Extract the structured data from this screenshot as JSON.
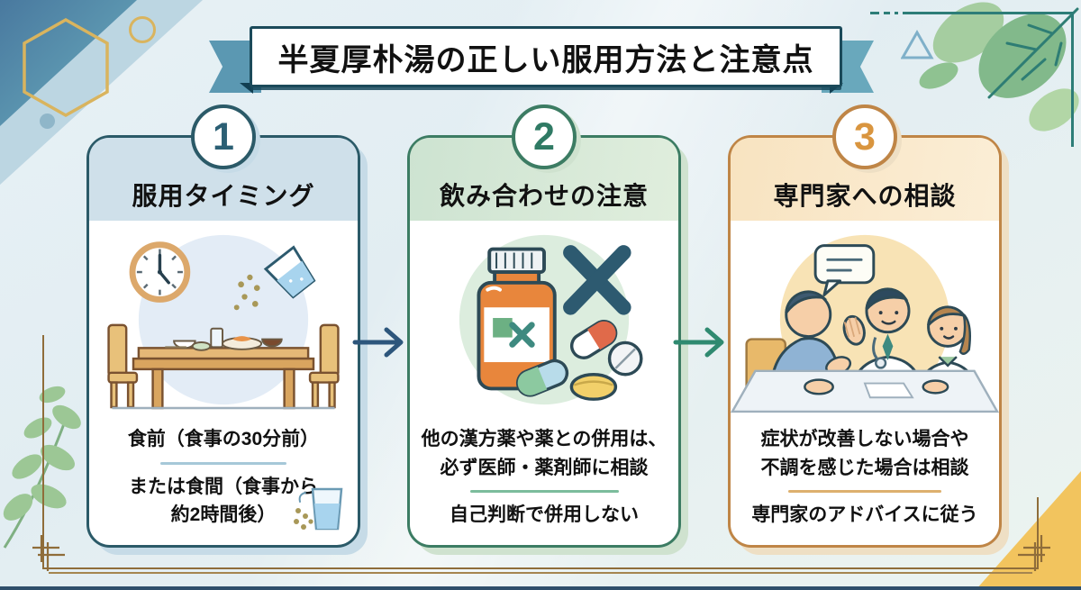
{
  "banner": {
    "title": "半夏厚朴湯の正しい服用方法と注意点"
  },
  "cards": [
    {
      "number": "1",
      "heading": "服用タイミング",
      "text_top": "食前（食事の30分前）",
      "text_bottom": "または食間（食事から\n約2時間後）",
      "illustration": "dining-table-clock-medicine-illustration"
    },
    {
      "number": "2",
      "heading": "飲み合わせの注意",
      "text_top": "他の漢方薬や薬との併用は、\n必ず医師・薬剤師に相談",
      "text_bottom": "自己判断で併用しない",
      "illustration": "pill-bottle-no-mixing-illustration"
    },
    {
      "number": "3",
      "heading": "専門家への相談",
      "text_top": "症状が改善しない場合や\n不調を感じた場合は相談",
      "text_bottom": "専門家のアドバイスに従う",
      "illustration": "doctor-pharmacist-consultation-illustration"
    }
  ],
  "colors": {
    "card1_accent": "#2b5a68",
    "card1_header_bg": "#cfe0ea",
    "card2_accent": "#3c7c63",
    "card2_header_bg": "#cde3d1",
    "card3_accent": "#bf8546",
    "card3_header_bg": "#f8e3c0",
    "arrow1": "#2d567c",
    "arrow2": "#2f8a70",
    "banner_ribbon": "#5b98b2",
    "frame_tan": "#8f6d3a",
    "frame_teal": "#2d7d78"
  }
}
